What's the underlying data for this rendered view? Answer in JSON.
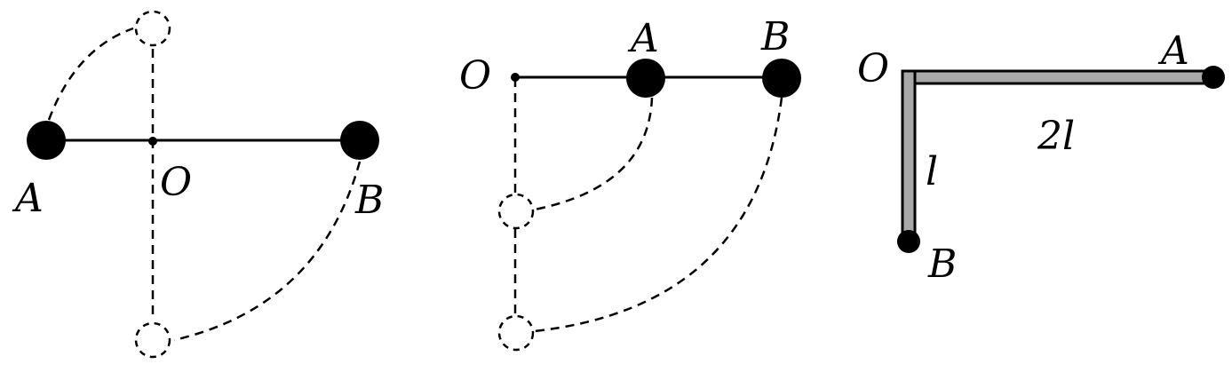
{
  "figure1": {
    "label_a": "A",
    "label_b": "B",
    "label_o": "O"
  },
  "figure2": {
    "label_a": "A",
    "label_b": "B",
    "label_o": "O"
  },
  "figure3": {
    "label_a": "A",
    "label_b": "B",
    "label_o": "O",
    "label_long_arm": "2l",
    "label_short_arm": "l"
  }
}
